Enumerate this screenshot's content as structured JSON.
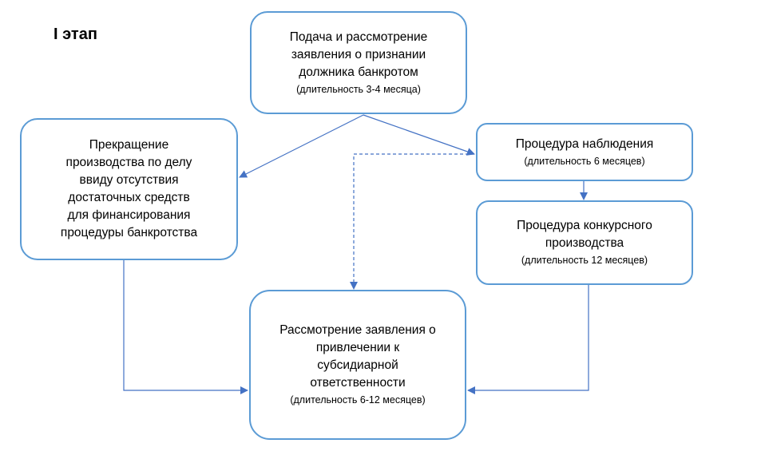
{
  "stage_label": "I этап",
  "boxes": {
    "filing": {
      "lines": [
        "Подача и рассмотрение",
        "заявления о признании",
        "должника банкротом"
      ],
      "duration": "(длительность 3-4 месяца)"
    },
    "termination": {
      "lines": [
        "Прекращение",
        "производства по делу",
        "ввиду отсутствия",
        "достаточных средств",
        "для финансирования",
        "процедуры банкротства"
      ]
    },
    "observation": {
      "lines": [
        "Процедура наблюдения"
      ],
      "duration": "(длительность 6 месяцев)"
    },
    "bankruptcy": {
      "lines": [
        "Процедура конкурсного",
        "производства"
      ],
      "duration": "(длительность 12 месяцев)"
    },
    "subsidiary": {
      "lines": [
        "Рассмотрение заявления о",
        "привлечении к",
        "субсидиарной",
        "ответственности"
      ],
      "duration": "(длительность 6-12 месяцев)"
    }
  },
  "colors": {
    "box_border": "#5b9bd5",
    "arrow": "#4472c4"
  }
}
